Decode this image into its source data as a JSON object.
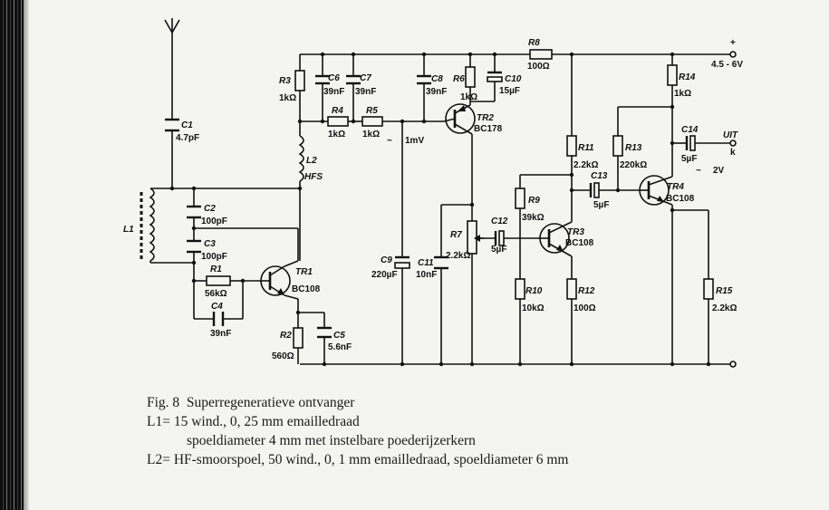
{
  "labels": {
    "C1": "C1",
    "C1_val": "4.7pF",
    "C2": "C2",
    "C2_val": "100pF",
    "C3": "C3",
    "C3_val": "100pF",
    "C4": "C4",
    "C4_val": "39nF",
    "C5": "C5",
    "C5_val": "5.6nF",
    "C6": "C6",
    "C6_val": "39nF",
    "C7": "C7",
    "C7_val": "39nF",
    "C8": "C8",
    "C8_val": "39nF",
    "C9": "C9",
    "C9_val": "220µF",
    "C10": "C10",
    "C10_val": "15µF",
    "C11": "C11",
    "C11_val": "10nF",
    "C12": "C12",
    "C12_val": "5µF",
    "C13": "C13",
    "C13_val": "5µF",
    "C14": "C14",
    "C14_val": "5µF",
    "R1": "R1",
    "R1_val": "56kΩ",
    "R2": "R2",
    "R2_val": "560Ω",
    "R3": "R3",
    "R3_val": "1kΩ",
    "R4": "R4",
    "R4_val": "1kΩ",
    "R5": "R5",
    "R5_val": "1kΩ",
    "R6": "R6",
    "R6_val": "1kΩ",
    "R7": "R7",
    "R7_val": "2.2kΩ",
    "R8": "R8",
    "R8_val": "100Ω",
    "R9": "R9",
    "R9_val": "39kΩ",
    "R10": "R10",
    "R10_val": "10kΩ",
    "R11": "R11",
    "R11_val": "2.2kΩ",
    "R12": "R12",
    "R12_val": "100Ω",
    "R13": "R13",
    "R13_val": "220kΩ",
    "R14": "R14",
    "R14_val": "1kΩ",
    "R15": "R15",
    "R15_val": "2.2kΩ",
    "TR1": "TR1",
    "TR1_type": "BC108",
    "TR2": "TR2",
    "TR2_type": "BC178",
    "TR3": "TR3",
    "TR3_type": "BC108",
    "TR4": "TR4",
    "TR4_type": "BC108",
    "L1": "L1",
    "L2": "L2",
    "L2_type": "HFS",
    "plus": "+",
    "supply": "4.5 - 6V",
    "out": "UIT",
    "out_k": "k",
    "v_1mv": "1mV",
    "v_2v": "2V",
    "tilde": "~"
  },
  "caption": {
    "line1": "Fig. 8  Superregeneratieve ontvanger",
    "line2": "L1= 15 wind., 0, 25 mm emailledraad",
    "line3": "spoeldiameter 4 mm met instelbare poederijzerkern",
    "line4": "L2= HF-smoorspoel, 50 wind., 0, 1 mm emailledraad, spoeldiameter 6 mm"
  }
}
